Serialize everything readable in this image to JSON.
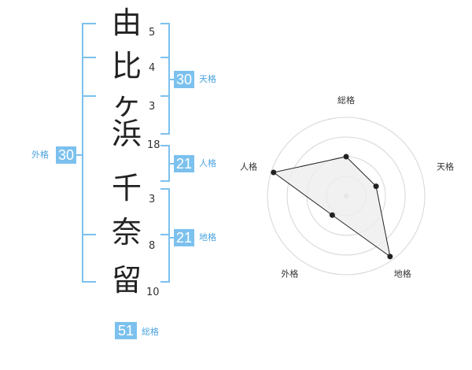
{
  "name": {
    "chars": [
      {
        "char": "由",
        "strokes": "5"
      },
      {
        "char": "比",
        "strokes": "4"
      },
      {
        "char": "ヶ",
        "strokes": "3"
      },
      {
        "char": "浜",
        "strokes": "18"
      },
      {
        "char": "千",
        "strokes": "3"
      },
      {
        "char": "奈",
        "strokes": "8"
      },
      {
        "char": "留",
        "strokes": "10"
      }
    ]
  },
  "kakusu": {
    "tenkaku": {
      "label": "天格",
      "value": "30"
    },
    "jinkaku": {
      "label": "人格",
      "value": "21"
    },
    "chikaku": {
      "label": "地格",
      "value": "21"
    },
    "gaikaku": {
      "label": "外格",
      "value": "30"
    },
    "soukaku": {
      "label": "総格",
      "value": "51"
    }
  },
  "colors": {
    "accent": "#7cc1ee",
    "bracket": "#7cc1ee",
    "radar_fill": "#eeeeee"
  },
  "chart_data": {
    "type": "radar",
    "axes": [
      "総格",
      "天格",
      "地格",
      "外格",
      "人格"
    ],
    "values": [
      0.5,
      0.4,
      0.95,
      0.3,
      0.97
    ],
    "range": [
      0,
      1
    ],
    "rings": 4
  }
}
